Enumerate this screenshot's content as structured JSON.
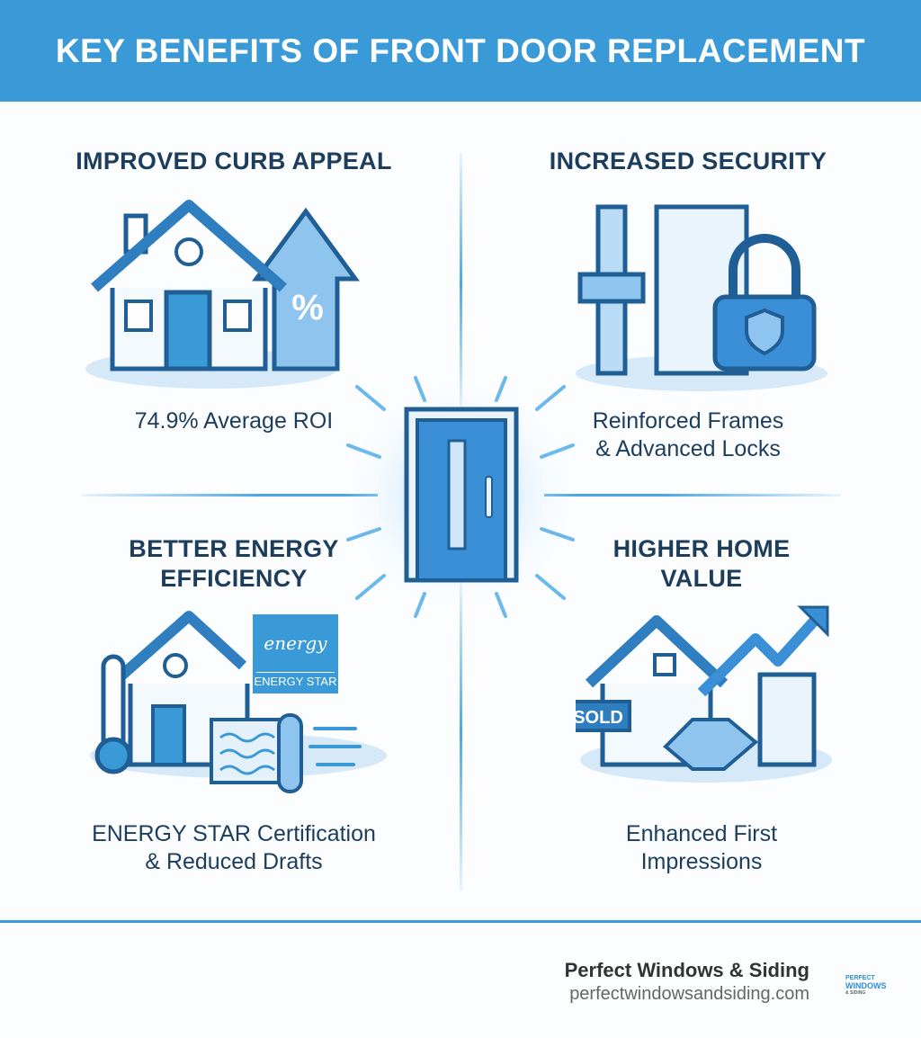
{
  "header": {
    "title": "KEY BENEFITS OF FRONT DOOR REPLACEMENT"
  },
  "colors": {
    "header": "#3a9ad8",
    "text": "#1c3d5c",
    "accent": "#2f8fd6"
  },
  "quadrants": [
    {
      "title": "IMPROVED CURB APPEAL",
      "text": "74.9% Average ROI",
      "icon": "house-with-percent-arrow-icon",
      "badge": "%"
    },
    {
      "title": "INCREASED SECURITY",
      "text_lines": [
        "Reinforced Frames",
        "& Advanced Locks"
      ],
      "icon": "door-with-padlock-icon"
    },
    {
      "title_lines": [
        "BETTER ENERGY",
        "EFFICIENCY"
      ],
      "text_lines": [
        "ENERGY STAR Certification",
        "& Reduced Drafts"
      ],
      "icon": "house-thermometer-insulation-icon",
      "badge": "ENERGY STAR",
      "badge_script": "energy"
    },
    {
      "title_lines": [
        "HIGHER HOME",
        "VALUE"
      ],
      "text_lines": [
        "Enhanced First",
        "Impressions"
      ],
      "icon": "sold-sign-handshake-icon",
      "badge": "SOLD"
    }
  ],
  "center": {
    "icon": "glowing-front-door-icon"
  },
  "footer": {
    "company": "Perfect Windows & Siding",
    "url": "perfectwindowsandsiding.com",
    "logo_lines": [
      "PERFECT",
      "WINDOWS",
      "& SIDING"
    ]
  }
}
